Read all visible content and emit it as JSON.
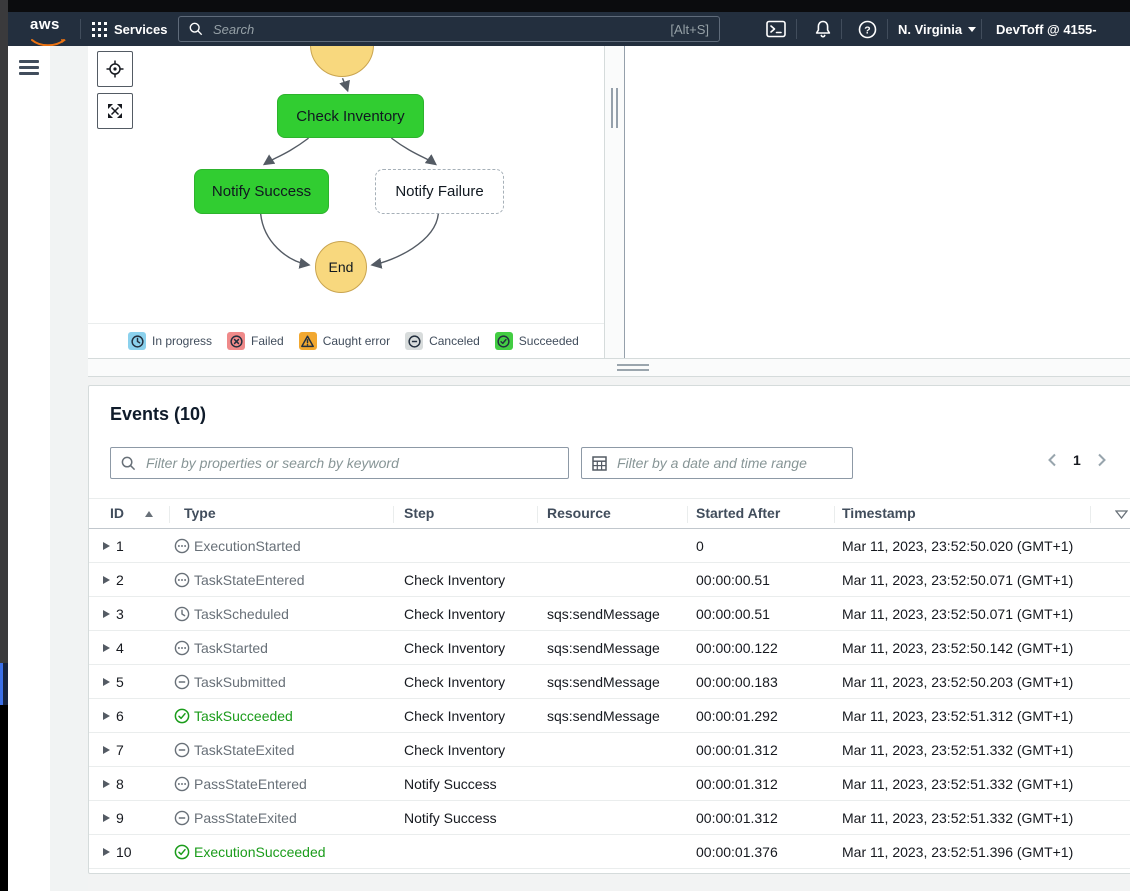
{
  "topnav": {
    "logo": "aws",
    "services_label": "Services",
    "search_placeholder": "Search",
    "search_shortcut": "[Alt+S]",
    "region_label": "N. Virginia",
    "account_label": "DevToff @ 4155-"
  },
  "graph": {
    "nodes": {
      "check_inventory": "Check Inventory",
      "notify_success": "Notify Success",
      "notify_failure": "Notify Failure",
      "end": "End"
    },
    "node_colors": {
      "succeeded_fill": "#31cd31",
      "start_end_fill": "#f8d87e",
      "dashed_border": "#a6b0b8"
    },
    "legend": [
      {
        "label": "In progress",
        "icon": "clock",
        "color": "#8bd1ed"
      },
      {
        "label": "Failed",
        "icon": "x-circle",
        "color": "#ef8a8a"
      },
      {
        "label": "Caught error",
        "icon": "warning-triangle",
        "color": "#f2a830"
      },
      {
        "label": "Canceled",
        "icon": "minus",
        "color": "#d8dcdc"
      },
      {
        "label": "Succeeded",
        "icon": "check",
        "color": "#43cd43"
      }
    ]
  },
  "events": {
    "title": "Events (10)",
    "search_placeholder": "Filter by properties or search by keyword",
    "date_placeholder": "Filter by a date and time range",
    "page": "1",
    "columns": [
      "ID",
      "Type",
      "Step",
      "Resource",
      "Started After",
      "Timestamp"
    ],
    "success_text_color": "#1b9c1b",
    "rows": [
      {
        "id": "1",
        "type": "ExecutionStarted",
        "icon": "dots-circle",
        "step": "",
        "resource": "",
        "started_after": "0",
        "timestamp": "Mar 11, 2023, 23:52:50.020 (GMT+1)",
        "status": "neutral"
      },
      {
        "id": "2",
        "type": "TaskStateEntered",
        "icon": "dots-circle",
        "step": "Check Inventory",
        "resource": "",
        "started_after": "00:00:00.51",
        "timestamp": "Mar 11, 2023, 23:52:50.071 (GMT+1)",
        "status": "neutral"
      },
      {
        "id": "3",
        "type": "TaskScheduled",
        "icon": "clock-circle",
        "step": "Check Inventory",
        "resource": "sqs:sendMessage",
        "started_after": "00:00:00.51",
        "timestamp": "Mar 11, 2023, 23:52:50.071 (GMT+1)",
        "status": "neutral"
      },
      {
        "id": "4",
        "type": "TaskStarted",
        "icon": "dots-circle",
        "step": "Check Inventory",
        "resource": "sqs:sendMessage",
        "started_after": "00:00:00.122",
        "timestamp": "Mar 11, 2023, 23:52:50.142 (GMT+1)",
        "status": "neutral"
      },
      {
        "id": "5",
        "type": "TaskSubmitted",
        "icon": "minus-circle",
        "step": "Check Inventory",
        "resource": "sqs:sendMessage",
        "started_after": "00:00:00.183",
        "timestamp": "Mar 11, 2023, 23:52:50.203 (GMT+1)",
        "status": "neutral"
      },
      {
        "id": "6",
        "type": "TaskSucceeded",
        "icon": "check-circle",
        "step": "Check Inventory",
        "resource": "sqs:sendMessage",
        "started_after": "00:00:01.292",
        "timestamp": "Mar 11, 2023, 23:52:51.312 (GMT+1)",
        "status": "success"
      },
      {
        "id": "7",
        "type": "TaskStateExited",
        "icon": "minus-circle",
        "step": "Check Inventory",
        "resource": "",
        "started_after": "00:00:01.312",
        "timestamp": "Mar 11, 2023, 23:52:51.332 (GMT+1)",
        "status": "neutral"
      },
      {
        "id": "8",
        "type": "PassStateEntered",
        "icon": "dots-circle",
        "step": "Notify Success",
        "resource": "",
        "started_after": "00:00:01.312",
        "timestamp": "Mar 11, 2023, 23:52:51.332 (GMT+1)",
        "status": "neutral"
      },
      {
        "id": "9",
        "type": "PassStateExited",
        "icon": "minus-circle",
        "step": "Notify Success",
        "resource": "",
        "started_after": "00:00:01.312",
        "timestamp": "Mar 11, 2023, 23:52:51.332 (GMT+1)",
        "status": "neutral"
      },
      {
        "id": "10",
        "type": "ExecutionSucceeded",
        "icon": "check-circle",
        "step": "",
        "resource": "",
        "started_after": "00:00:01.376",
        "timestamp": "Mar 11, 2023, 23:52:51.396 (GMT+1)",
        "status": "success"
      }
    ]
  }
}
